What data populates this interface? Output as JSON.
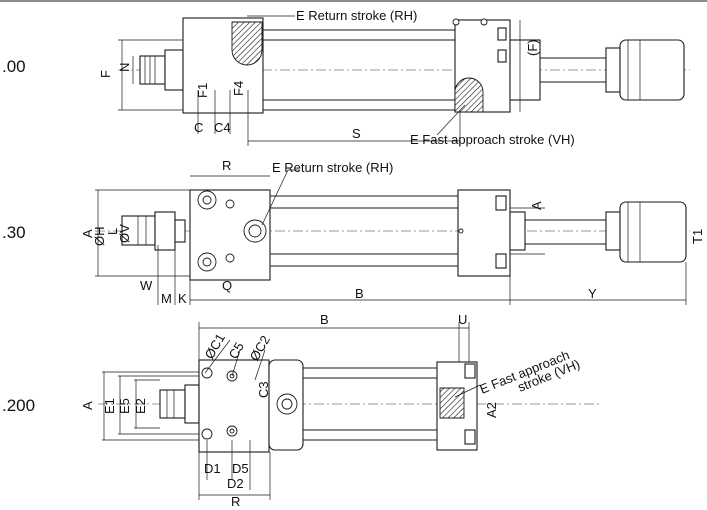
{
  "variants": [
    ".00",
    ".30",
    ".200"
  ],
  "labels": {
    "return_stroke": "E Return stroke (RH)",
    "fast_approach": "E Fast approach stroke (VH)",
    "fast_approach_line1": "E Fast approach",
    "fast_approach_line2": "stroke (VH)"
  },
  "dims": {
    "F": "F",
    "N": "N",
    "F1": "F1",
    "F4": "F4",
    "C": "C",
    "C4": "C4",
    "S": "S",
    "F_paren": "(F)",
    "R": "R",
    "A": "A",
    "OH": "ØH",
    "L": "L",
    "OV": "ØV",
    "T1": "T1",
    "W": "W",
    "M": "M",
    "K": "K",
    "Q": "Q",
    "B": "B",
    "Y": "Y",
    "U": "U",
    "OC1": "ØC1",
    "C5": "C5",
    "OC2": "ØC2",
    "C3": "C3",
    "E1": "E1",
    "E5": "E5",
    "E2": "E2",
    "A2": "A2",
    "D1": "D1",
    "D5": "D5",
    "D2": "D2"
  },
  "colors": {
    "line": "#1a1a1a",
    "background": "#ffffff"
  }
}
